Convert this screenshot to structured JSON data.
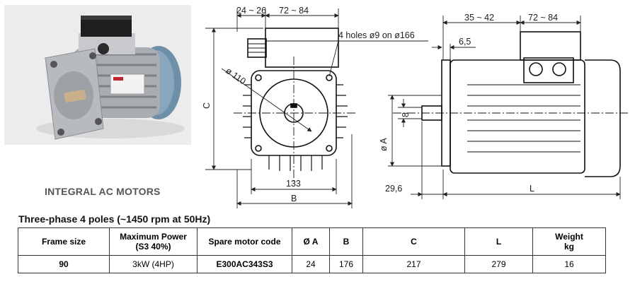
{
  "heading": "INTEGRAL AC MOTORS",
  "subtitle": "Three-phase 4 poles (~1450 rpm at 50Hz)",
  "front_view": {
    "dim_terminal_offset": "24 ~ 26",
    "dim_terminal_box": "72 ~ 84",
    "dim_holes": "4 holes ø9 on ø166",
    "dim_spigot": "ø 110",
    "dim_c": "C",
    "dim_133": "133",
    "dim_b": "B"
  },
  "side_view": {
    "dim_terminal_offset": "35 ~ 42",
    "dim_terminal_box": "72 ~ 84",
    "dim_flange": "6,5",
    "dim_key": "8",
    "dim_a": "ø A",
    "dim_shaft": "29,6",
    "dim_l": "L"
  },
  "table": {
    "headers": [
      "Frame size",
      "Maximum Power\n(S3 40%)",
      "Spare motor code",
      "Ø A",
      "B",
      "C",
      "L",
      "Weight\nkg"
    ],
    "rows": [
      [
        "90",
        "3kW (4HP)",
        "E300AC343S3",
        "24",
        "176",
        "217",
        "279",
        "16"
      ]
    ]
  }
}
